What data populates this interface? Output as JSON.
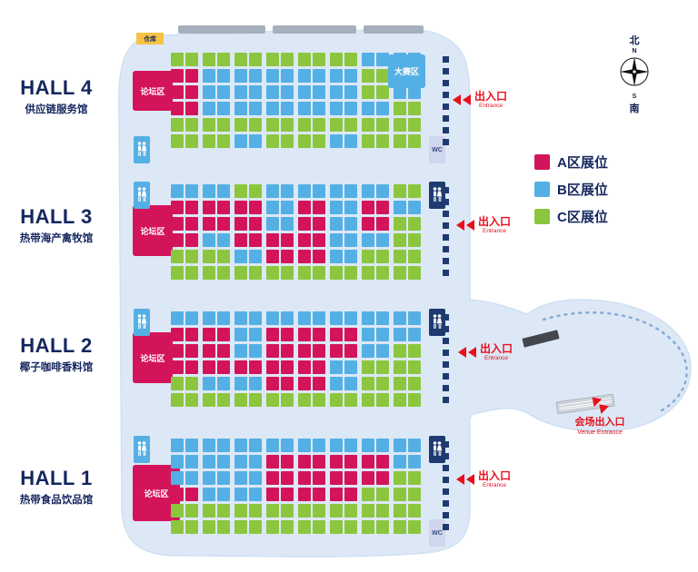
{
  "warehouse_label": "仓库",
  "competition_label": "大赛区",
  "wc_label": "WC",
  "entrance": {
    "label": "出入口",
    "sub": "Entrance"
  },
  "venue_entrance": {
    "label": "会场出入口",
    "sub": "Venue Entrance"
  },
  "compass": {
    "north_cn": "北",
    "north_letter": "N",
    "south_letter": "S",
    "south_cn": "南"
  },
  "legend": {
    "items": [
      {
        "label": "A区展位",
        "color": "#d4145a"
      },
      {
        "label": "B区展位",
        "color": "#54b0e4"
      },
      {
        "label": "C区展位",
        "color": "#8cc63e"
      }
    ]
  },
  "booth_colors": {
    "P": "#d4145a",
    "B": "#54b0e4",
    "G": "#8cc63e"
  },
  "colors": {
    "venue_fill": "#dce8f5",
    "navy": "#14265e",
    "red": "#e8101c"
  },
  "halls": [
    {
      "name": "HALL 4",
      "subtitle": "供应链服务馆",
      "forum_label": "论坛区",
      "booth_rows": [
        "GGGGGGGGGGGGBBBB",
        "PPBBBBBBBBBBGGBB",
        "PPBBBBBBBBBBGGBB",
        "PPBBBBBBBBBBBBGG",
        "GGGGGGGGGGGGGGGG",
        "GGGGBBGGGGBBGGGG"
      ]
    },
    {
      "name": "HALL 3",
      "subtitle": "热带海产禽牧馆",
      "forum_label": "论坛区",
      "booth_rows": [
        "BBBBGGBBBBBBBBGG",
        "PPPPPPBBPPBBPPBB",
        "PPPPPPBBPPBBPPGG",
        "PPBBPPPPPPBBBBGG",
        "GGGGBBPPPPBBGGGG",
        "GGGGGGGGGGGGGGGG"
      ]
    },
    {
      "name": "HALL 2",
      "subtitle": "椰子咖啡香料馆",
      "forum_label": "论坛区",
      "booth_rows": [
        "BBBBBBBBBBBBBBBB",
        "PPPPBBPPPPPPBBBB",
        "PPPPBBPPPPPPBBGG",
        "PPPPPPPPPPBBGGGG",
        "GGBBBBPPPPBBGGGG",
        "GGGGGGGGGGGGGGGG"
      ]
    },
    {
      "name": "HALL 1",
      "subtitle": "热带食品饮品馆",
      "forum_label": "论坛区",
      "booth_rows": [
        "BBBBBBBBBBBBBBBB",
        "BBBBBBPPPPPPPPBB",
        "BBBBBBPPPPPPPPGG",
        "PPBBBBPPPPPPGGGG",
        "GGGGGGGGGGGGGGGG",
        "GGGGGGGGGGGGGGGG"
      ]
    }
  ]
}
